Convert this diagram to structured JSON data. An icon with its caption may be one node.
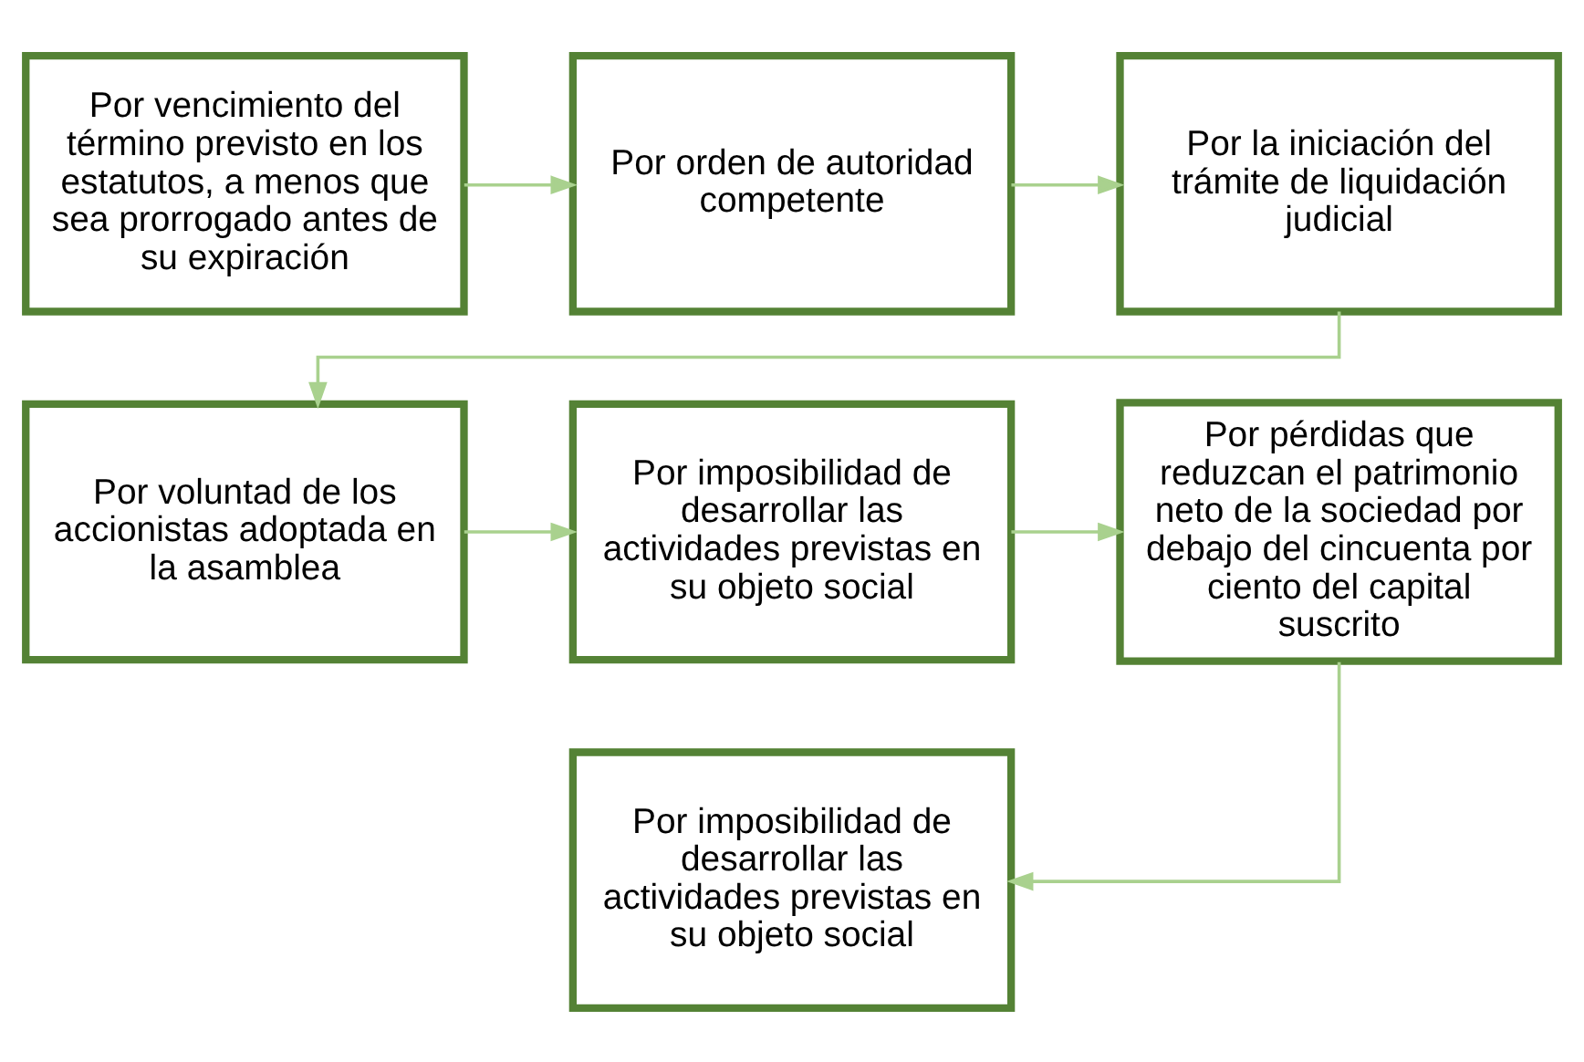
{
  "diagram": {
    "nodes": [
      {
        "text": [
          "Por vencimiento del término previsto en los estatutos, a menos que sea prorrogado antes de su expiración"
        ]
      },
      {
        "text": [
          "Por orden de autoridad competente"
        ]
      },
      {
        "text": [
          "Por la iniciación del trámite de liquidación judicial"
        ]
      },
      {
        "text": [
          "Por voluntad de los accionistas adoptada en la asamblea"
        ]
      },
      {
        "text": [
          "Por imposibilidad de desarrollar las actividades previstas en su objeto social"
        ]
      },
      {
        "text": [
          "Por pérdidas que reduzcan el patrimonio neto de la sociedad por debajo del cincuenta por ciento del capital suscrito"
        ]
      },
      {
        "text": [
          "Por imposibilidad de desarrollar las actividades previstas en su objeto social"
        ]
      }
    ],
    "edges": [
      {
        "from": 0,
        "to": 1,
        "arrow": "to"
      },
      {
        "from": 1,
        "to": 2,
        "arrow": "to"
      },
      {
        "from": 2,
        "to": 3,
        "arrow": "to"
      },
      {
        "from": 3,
        "to": 4,
        "arrow": "to"
      },
      {
        "from": 4,
        "to": 5,
        "arrow": "to"
      },
      {
        "from": 5,
        "to": 6,
        "arrow": "to"
      }
    ]
  }
}
